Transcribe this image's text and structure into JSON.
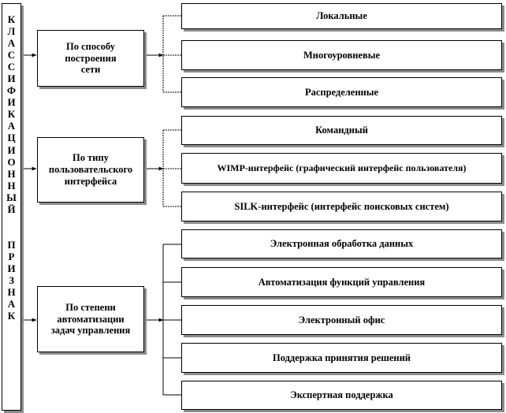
{
  "root": {
    "letters": [
      "К",
      "Л",
      "А",
      "С",
      "С",
      "И",
      "Ф",
      "И",
      "К",
      "А",
      "Ц",
      "И",
      "О",
      "Н",
      "Н",
      "Ы",
      "Й",
      "",
      "",
      "П",
      "Р",
      "И",
      "З",
      "Н",
      "А",
      "К"
    ]
  },
  "categories": [
    {
      "label": "По способу\nпостроения\nсети",
      "items": [
        "Локальные",
        "Многоуровневые",
        "Распределенные"
      ]
    },
    {
      "label": "По типу\nпользовательского\nинтерфейса",
      "items": [
        "Командный",
        "WIMP-интерфейс (графический интерфейс пользователя)",
        "SILK-интерфейс (интерфейс поисковых систем)"
      ]
    },
    {
      "label": "По степени\nавтоматизации\nзадач управления",
      "items": [
        "Электронная обработка данных",
        "Автоматизация функций управления",
        "Электронный офис",
        "Поддержка принятия решений",
        "Экспертная поддержка"
      ]
    }
  ]
}
